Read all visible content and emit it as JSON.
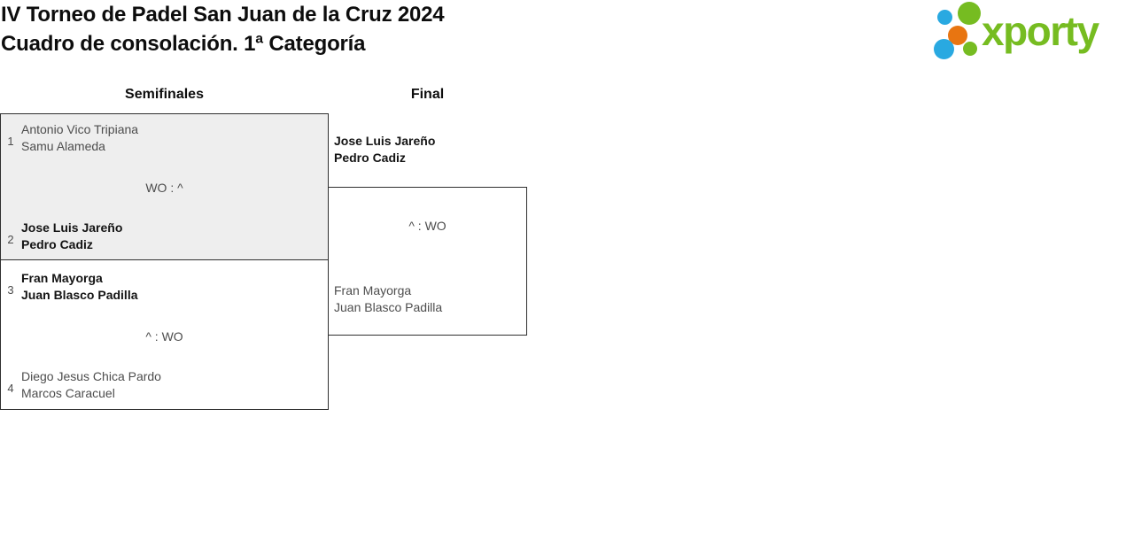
{
  "header": {
    "title_line1": "IV Torneo de Padel San Juan de la Cruz 2024",
    "title_line2": "Cuadro de consolación. 1ª Categoría"
  },
  "logo": {
    "text": "xporty",
    "colors": {
      "green": "#76bc21",
      "blue": "#29a9e1",
      "orange": "#e87511"
    }
  },
  "rounds": {
    "semifinals_label": "Semifinales",
    "final_label": "Final"
  },
  "bracket": {
    "semifinal1": {
      "team1": {
        "seed": "1",
        "player1": "Antonio Vico Tripiana",
        "player2": "Samu Alameda",
        "winner": false
      },
      "score": "WO : ^",
      "team2": {
        "seed": "2",
        "player1": "Jose Luis Jareño",
        "player2": "Pedro Cadiz",
        "winner": true
      }
    },
    "semifinal2": {
      "team1": {
        "seed": "3",
        "player1": "Fran Mayorga",
        "player2": "Juan Blasco Padilla",
        "winner": true
      },
      "score": "^ : WO",
      "team2": {
        "seed": "4",
        "player1": "Diego Jesus Chica Pardo",
        "player2": "Marcos Caracuel",
        "winner": false
      }
    },
    "final": {
      "team1": {
        "player1": "Jose Luis Jareño",
        "player2": "Pedro Cadiz",
        "winner": true
      },
      "score": "^ : WO",
      "team2": {
        "player1": "Fran Mayorga",
        "player2": "Juan Blasco Padilla",
        "winner": false
      }
    }
  },
  "style": {
    "box_fill_grey": "#eeeeee",
    "box_border": "#2f2f2f"
  }
}
